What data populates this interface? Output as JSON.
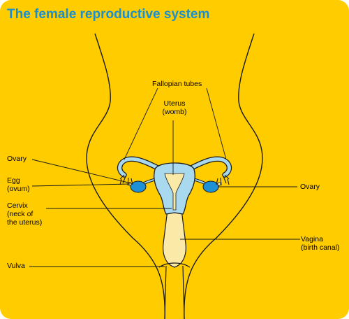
{
  "title": "The female reproductive system",
  "colors": {
    "background": "#FFCC00",
    "title": "#1A8FD0",
    "organ_blue": "#A9D9EE",
    "organ_cream": "#FBE9A8",
    "outline": "#1A1A1A"
  },
  "labels": {
    "fallopian_tubes": "Fallopian tubes",
    "uterus": "Uterus\n(womb)",
    "ovary_left": "Ovary",
    "ovary_right": "Ovary",
    "egg": "Egg\n(ovum)",
    "cervix": "Cervix\n(neck of\nthe uterus)",
    "vagina": "Vagina\n(birth canal)",
    "vulva": "Vulva"
  }
}
